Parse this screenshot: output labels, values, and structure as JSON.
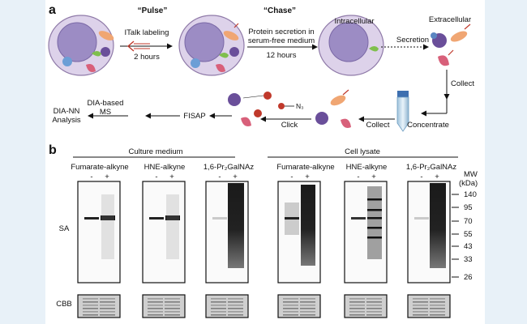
{
  "panel_a": {
    "letter": "a",
    "pulse": "“Pulse”",
    "chase": "“Chase”",
    "italk_labeling": "ITalk labeling",
    "pulse_time": "2 hours",
    "chase_line1": "Protein secretion in",
    "chase_line2": "serum-free medium",
    "chase_time": "12 hours",
    "intracellular": "Intracellular",
    "extracellular": "Extracellular",
    "secretion": "Secretion",
    "collect_right": "Collect",
    "concentrate": "Concentrate",
    "collect_bottom": "Collect",
    "click": "Click",
    "n3": "N₃",
    "fisap": "FISAP",
    "dia_ms_line1": "DIA-based",
    "dia_ms_line2": "MS",
    "dia_nn_line1": "DIA-NN",
    "dia_nn_line2": "Analysis"
  },
  "panel_b": {
    "letter": "b",
    "culture_medium": "Culture medium",
    "cell_lysate": "Cell lysate",
    "probes": [
      "Fumarate-alkyne",
      "HNE-alkyne",
      "1,6-Pr₂GalNAz",
      "Fumarate-alkyne",
      "HNE-alkyne",
      "1,6-Pr₂GalNAz"
    ],
    "lane_minus": "-",
    "lane_plus": "+",
    "sa_label": "SA",
    "cbb_label": "CBB",
    "mw_label": "MW",
    "mw_unit": "(kDa)",
    "mw_markers": [
      "140",
      "95",
      "70",
      "55",
      "43",
      "33",
      "26"
    ]
  }
}
